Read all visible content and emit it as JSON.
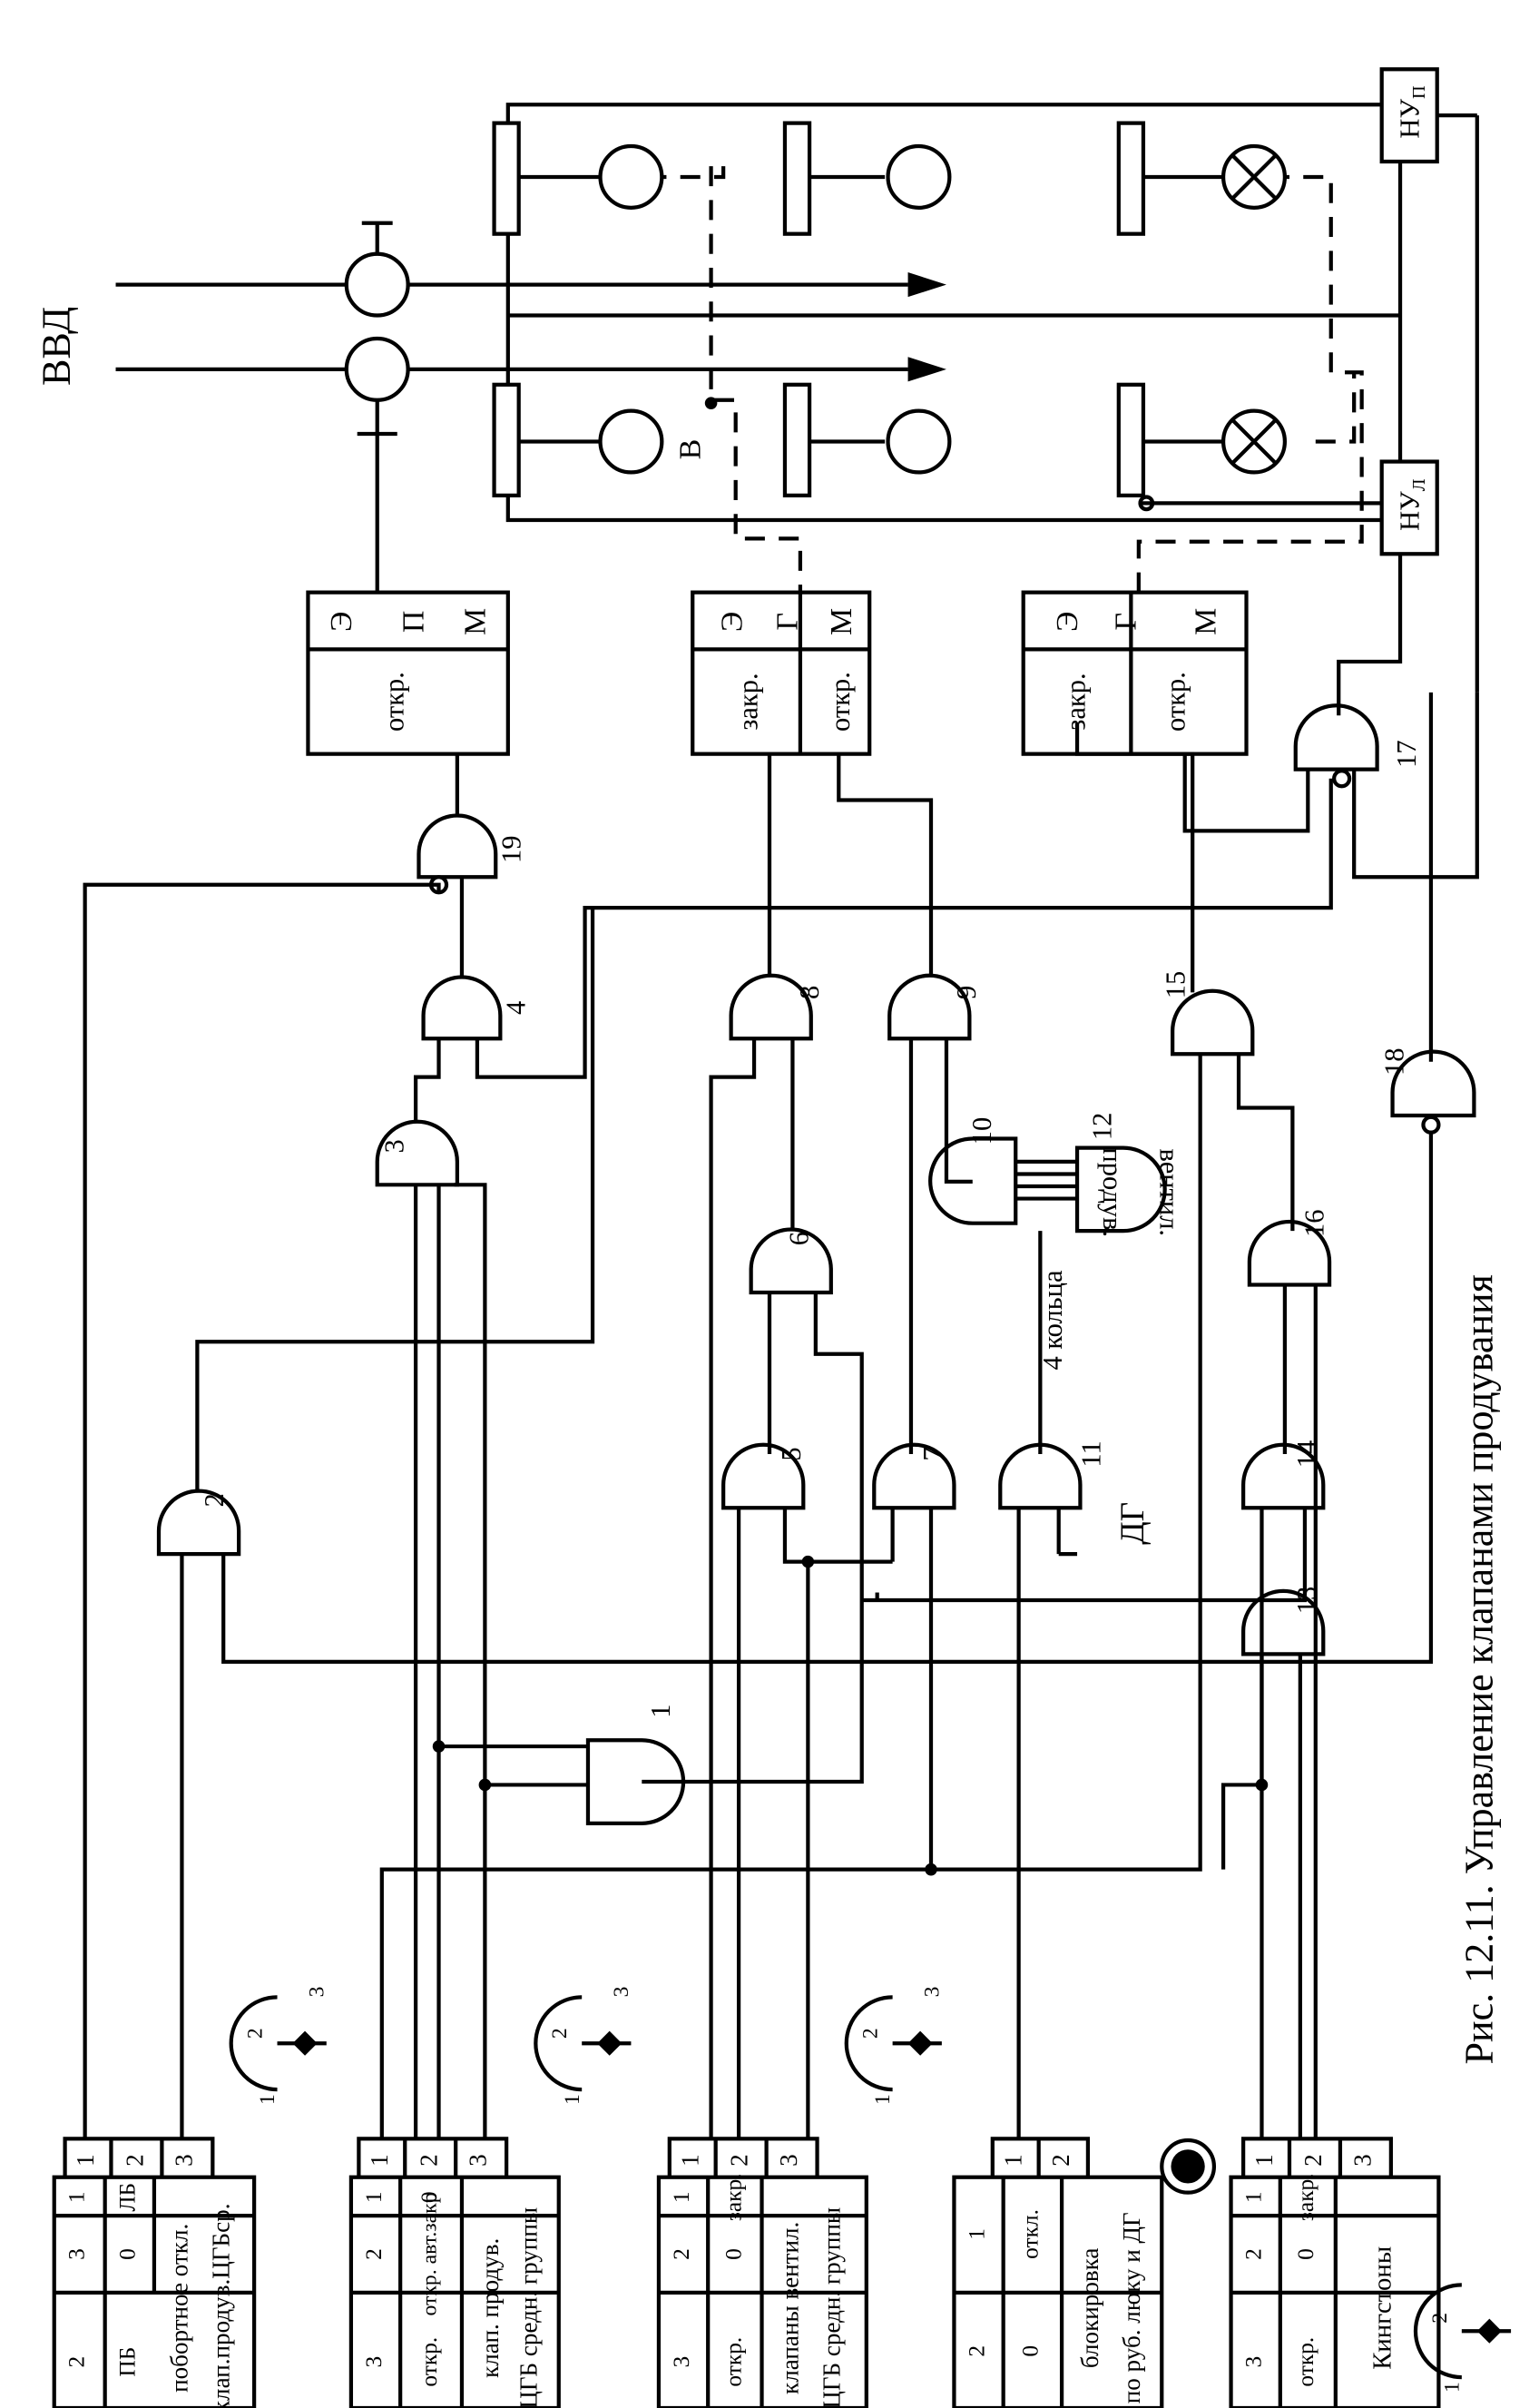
{
  "figure": {
    "caption": "Рис. 12.11. Управление клапанами продувания"
  },
  "main_line": {
    "label": "ВВД"
  },
  "switches": [
    {
      "name": "switch-board-valves",
      "header": [
        "1",
        "2",
        "3"
      ],
      "positions": [
        "ЛБ",
        "0",
        "ПБ"
      ],
      "title": [
        "побортное откл.",
        "клап.продув.ЦГБср."
      ],
      "terminals": [
        "1",
        "2",
        "3"
      ],
      "dial": [
        "1",
        "2",
        "3"
      ]
    },
    {
      "name": "switch-blow-valves",
      "header": [
        "1",
        "2",
        "3"
      ],
      "positions": [
        "0",
        "откр. авт.закр",
        "откр."
      ],
      "title": [
        "клап. продув.",
        "ЦГБ средн. группы"
      ],
      "terminals": [
        "1",
        "2",
        "3"
      ],
      "dial": [
        "1",
        "2",
        "3"
      ]
    },
    {
      "name": "switch-vent-valves",
      "header": [
        "1",
        "2",
        "3"
      ],
      "positions": [
        "закр.",
        "0",
        "откр."
      ],
      "title": [
        "клапаны вентил.",
        "ЦГБ средн. группы"
      ],
      "terminals": [
        "1",
        "2",
        "3"
      ],
      "dial": [
        "1",
        "2",
        "3"
      ]
    },
    {
      "name": "switch-blocking",
      "header": [
        "1",
        "2"
      ],
      "positions": [
        "откл.",
        "0"
      ],
      "title": [
        "блокировка",
        "по руб. люку и ДГ"
      ],
      "terminals": [
        "1",
        "2"
      ]
    },
    {
      "name": "switch-kingstons",
      "header": [
        "1",
        "2",
        "3"
      ],
      "positions": [
        "закр.",
        "0",
        "откр."
      ],
      "title": [
        "Кингстоны"
      ],
      "terminals": [
        "1",
        "2",
        "3"
      ],
      "dial": [
        "1",
        "2"
      ]
    }
  ],
  "drives": [
    {
      "name": "drive-epm",
      "letters": [
        "Э",
        "П",
        "М"
      ],
      "ports": [
        "откр."
      ]
    },
    {
      "name": "drive-egm-1",
      "letters": [
        "Э",
        "Г",
        "М"
      ],
      "ports": [
        "закр.",
        "откр."
      ]
    },
    {
      "name": "drive-egm-2",
      "letters": [
        "Э",
        "Г",
        "М"
      ],
      "ports": [
        "закр.",
        "откр."
      ]
    }
  ],
  "gates": [
    "1",
    "2",
    "3",
    "4",
    "5",
    "6",
    "7",
    "8",
    "9",
    "10",
    "11",
    "12",
    "13",
    "14",
    "15",
    "16",
    "17",
    "18",
    "19"
  ],
  "labels": {
    "b_point": "В",
    "rings": "4 кольца",
    "dg": "ДГ",
    "ventil": "вентил.",
    "produv": "продув.",
    "nu_left": "НУ",
    "nu_left_sub": "Л",
    "nu_right": "НУ",
    "nu_right_sub": "П"
  }
}
